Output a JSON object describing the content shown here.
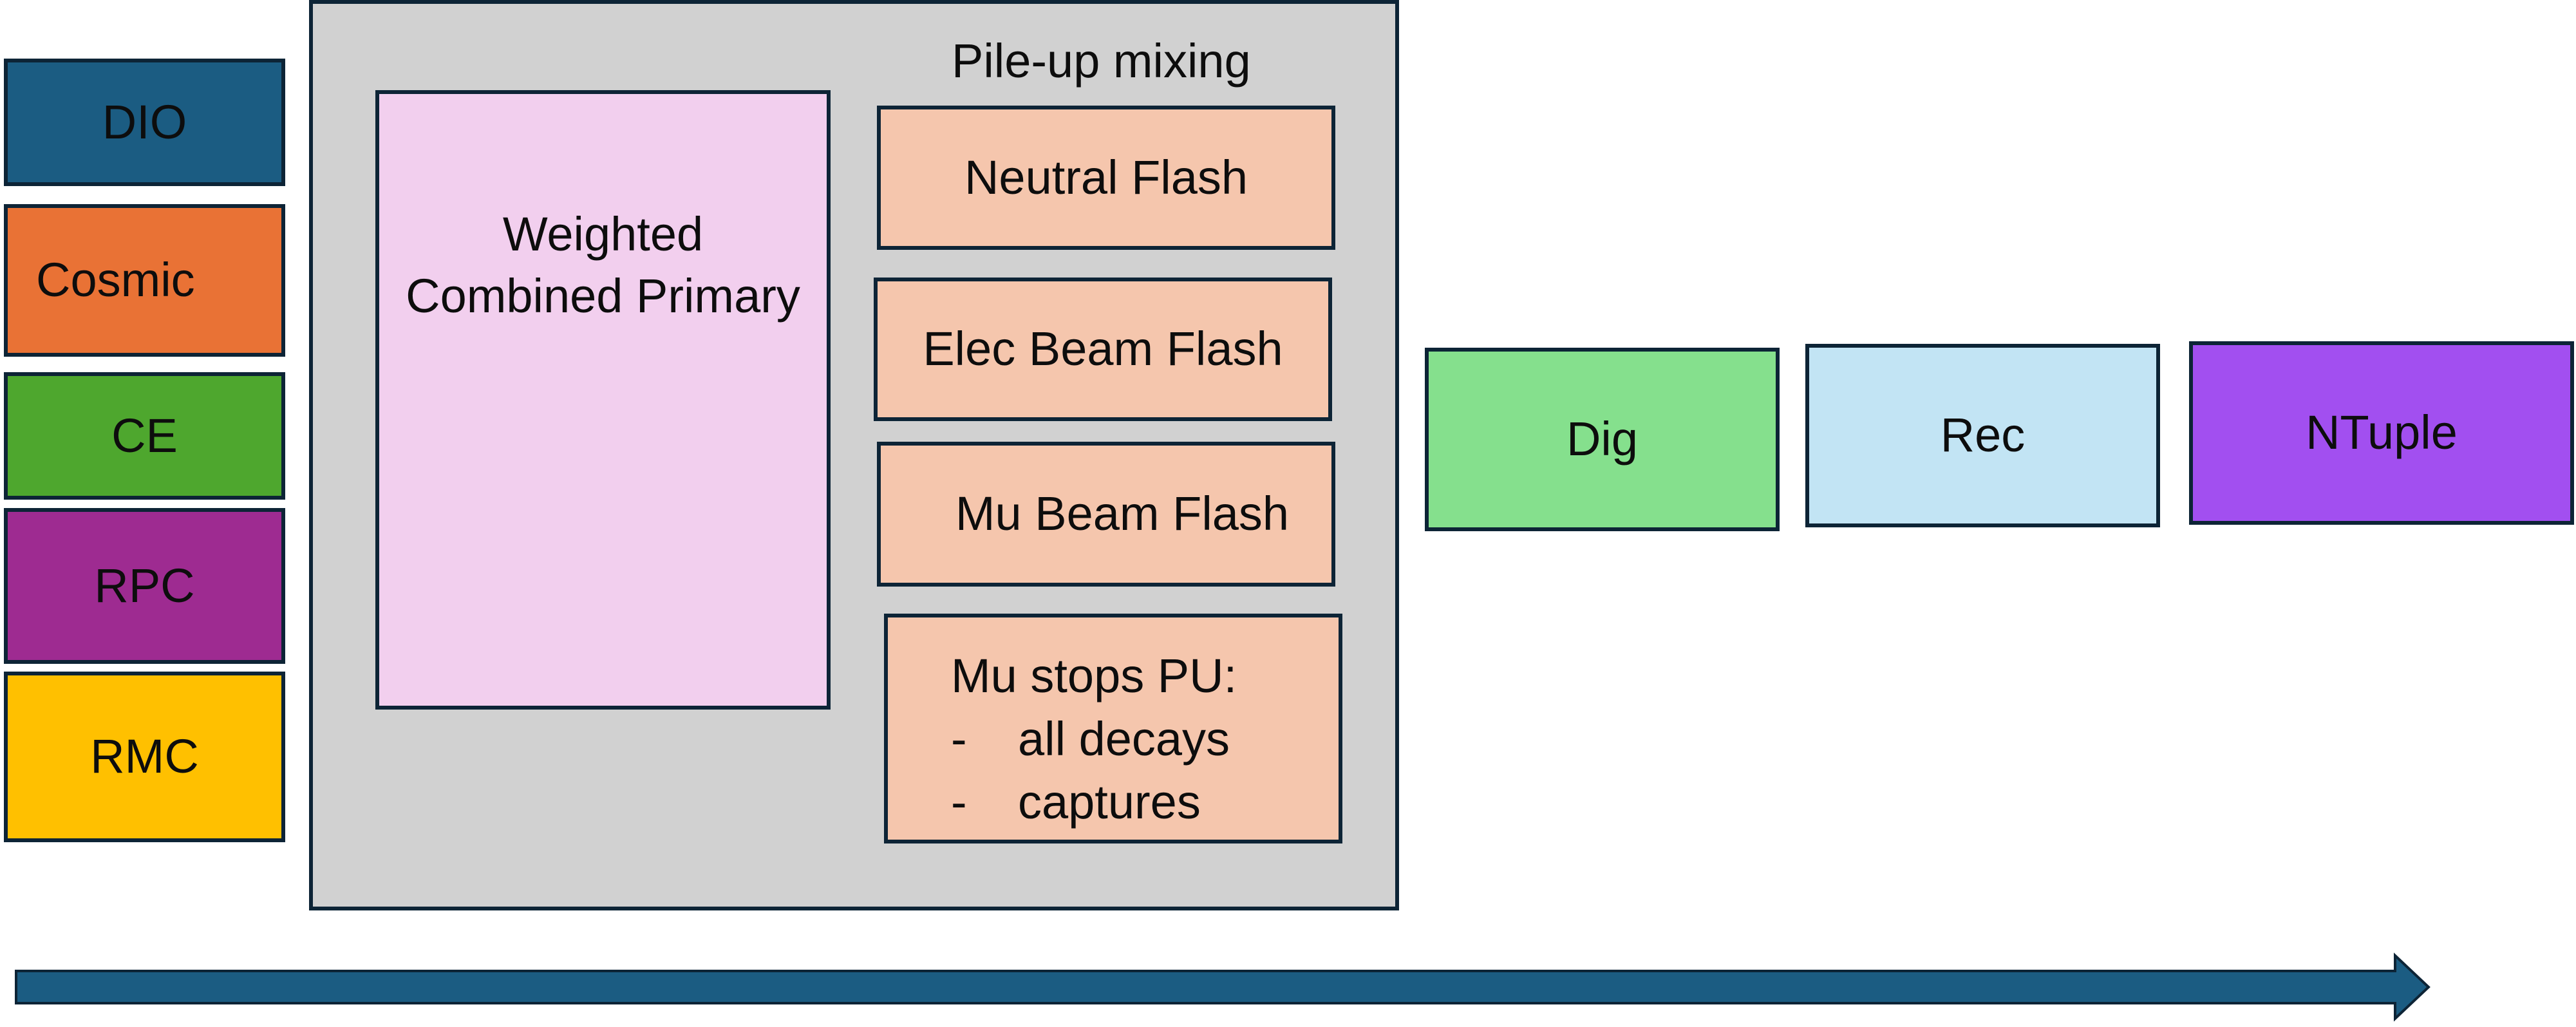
{
  "colors": {
    "outline": "#0d2436",
    "DIO": "#1b5c82",
    "Cosmic": "#e97235",
    "CE": "#4ea72e",
    "RPC": "#9e2b91",
    "RMC": "#ffc000",
    "pileup_container": "#d1d1d1",
    "primary": "#f2cfee",
    "flash": "#f5c6ad",
    "Dig": "#85e08d",
    "Rec": "#c2e4f4",
    "NTuple": "#a24ff0",
    "arrow": "#1b5c82"
  },
  "sources": {
    "dio": "DIO",
    "cosmic": "Cosmic",
    "ce": "CE",
    "rpc": "RPC",
    "rmc": "RMC"
  },
  "pileup": {
    "title": "Pile-up mixing",
    "primary_line1": "Weighted",
    "primary_line2": "Combined Primary",
    "neutral_flash": "Neutral Flash",
    "elec_beam_flash": "Elec Beam Flash",
    "mu_beam_flash": "Mu Beam Flash",
    "mu_stops_title": "Mu stops PU:",
    "mu_stops_items": [
      "all decays",
      "captures"
    ],
    "bullet": "-"
  },
  "stages": {
    "dig": "Dig",
    "rec": "Rec",
    "ntuple": "NTuple"
  },
  "flow_arrow": {
    "icon": "right-arrow-icon"
  }
}
